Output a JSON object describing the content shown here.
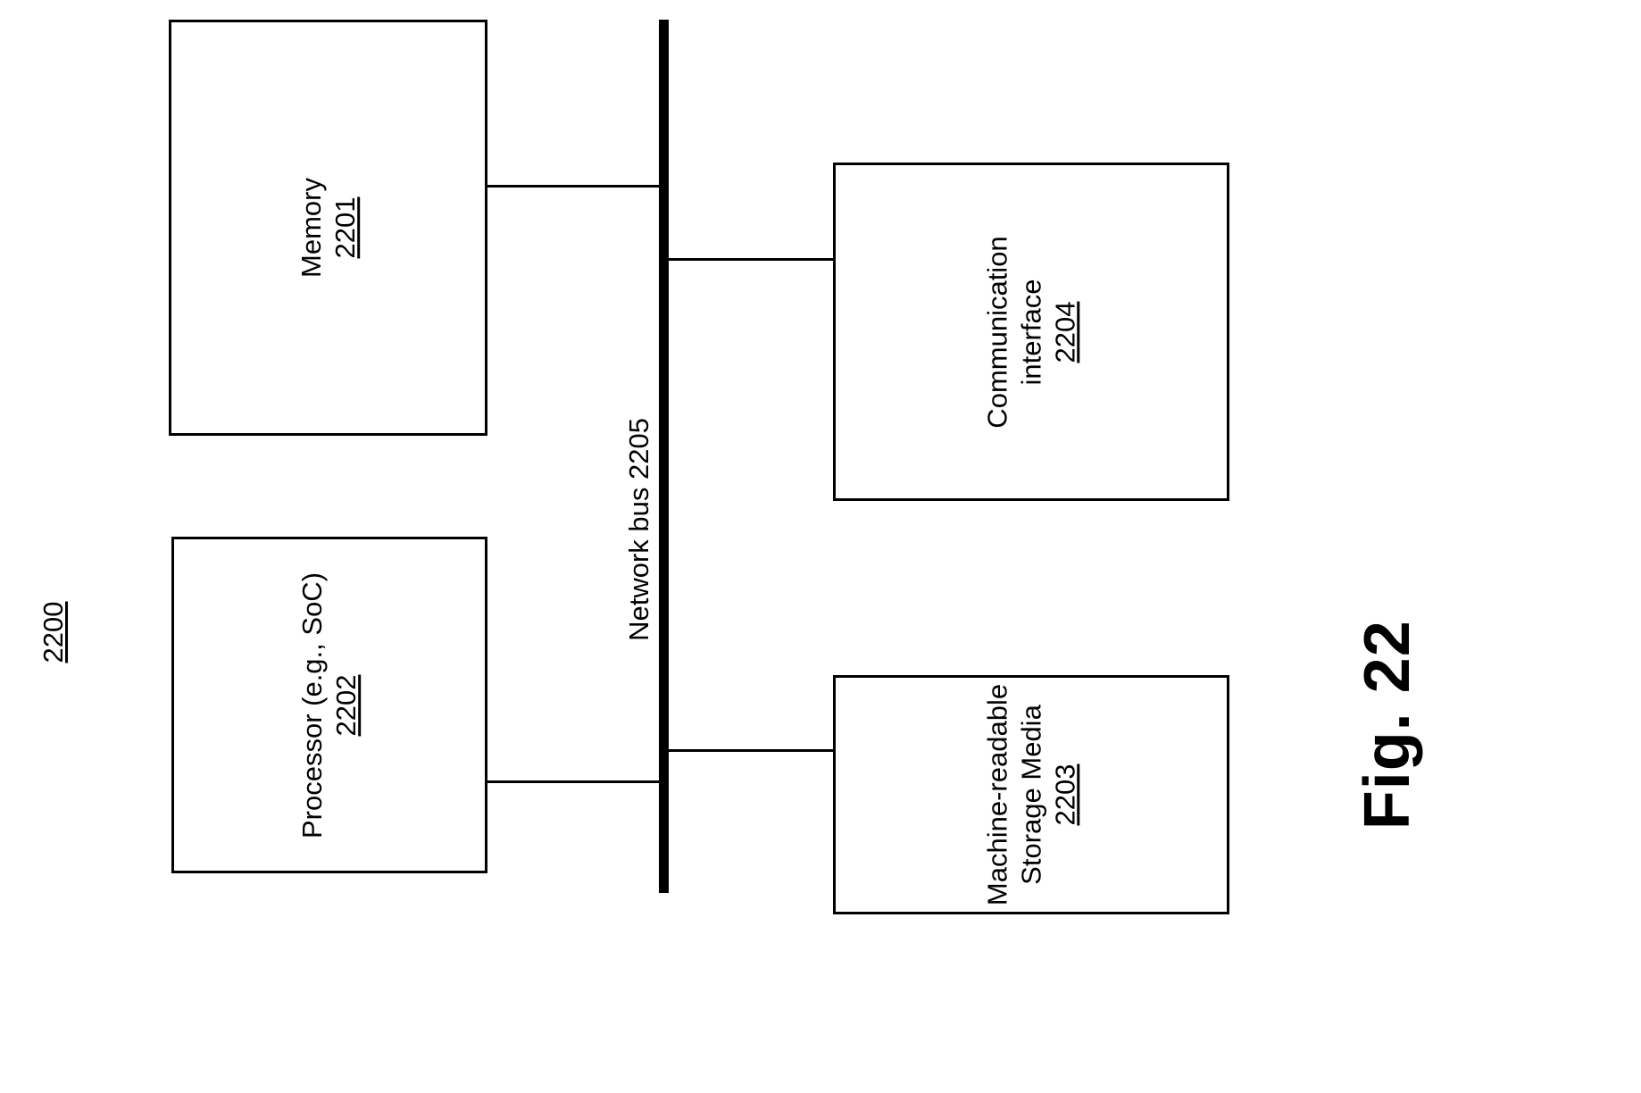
{
  "figure": {
    "caption": "Fig. 22",
    "diagram_number": "2200"
  },
  "bus": {
    "label": "Network bus 2205",
    "reference": "2205"
  },
  "blocks": [
    {
      "id": "memory",
      "name": "Memory",
      "lines": [
        "Memory"
      ],
      "reference": "2201"
    },
    {
      "id": "processor",
      "name": "Processor (e.g., SoC)",
      "lines": [
        "Processor (e.g., SoC)"
      ],
      "reference": "2202"
    },
    {
      "id": "storage-media",
      "name": "Machine-readable Storage Media",
      "lines": [
        "Machine-readable",
        "Storage Media"
      ],
      "reference": "2203"
    },
    {
      "id": "communication-interface",
      "name": "Communication interface",
      "lines": [
        "Communication",
        "interface"
      ],
      "reference": "2204"
    }
  ],
  "colors": {
    "stroke": "#000000",
    "background": "#ffffff"
  }
}
